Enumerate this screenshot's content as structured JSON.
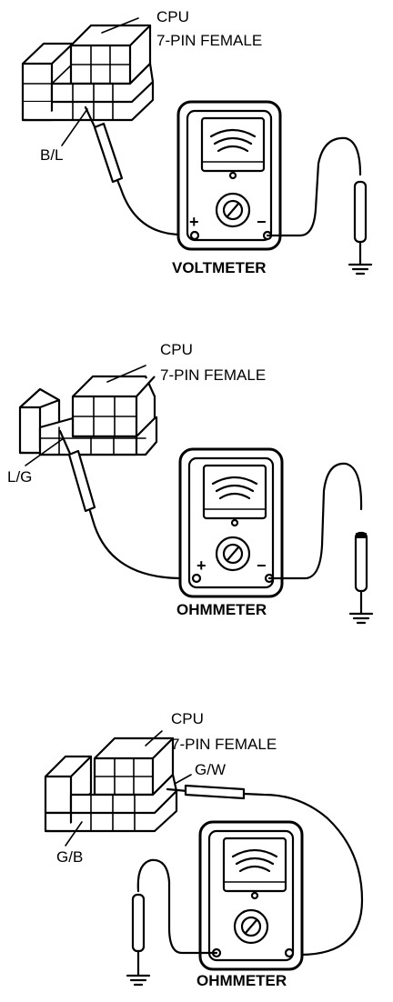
{
  "panels": [
    {
      "connector_title": "CPU",
      "connector_subtitle": "7-PIN FEMALE",
      "wire_label": "B/L",
      "meter_label": "VOLTMETER",
      "plus_sign": "+",
      "minus_sign": "−"
    },
    {
      "connector_title": "CPU",
      "connector_subtitle": "7-PIN FEMALE",
      "wire_label": "L/G",
      "meter_label": "OHMMETER",
      "plus_sign": "+",
      "minus_sign": "−"
    },
    {
      "connector_title": "CPU",
      "connector_subtitle": "7-PIN FEMALE",
      "wire_label_a": "G/W",
      "wire_label_b": "G/B",
      "meter_label": "OHMMETER"
    }
  ]
}
